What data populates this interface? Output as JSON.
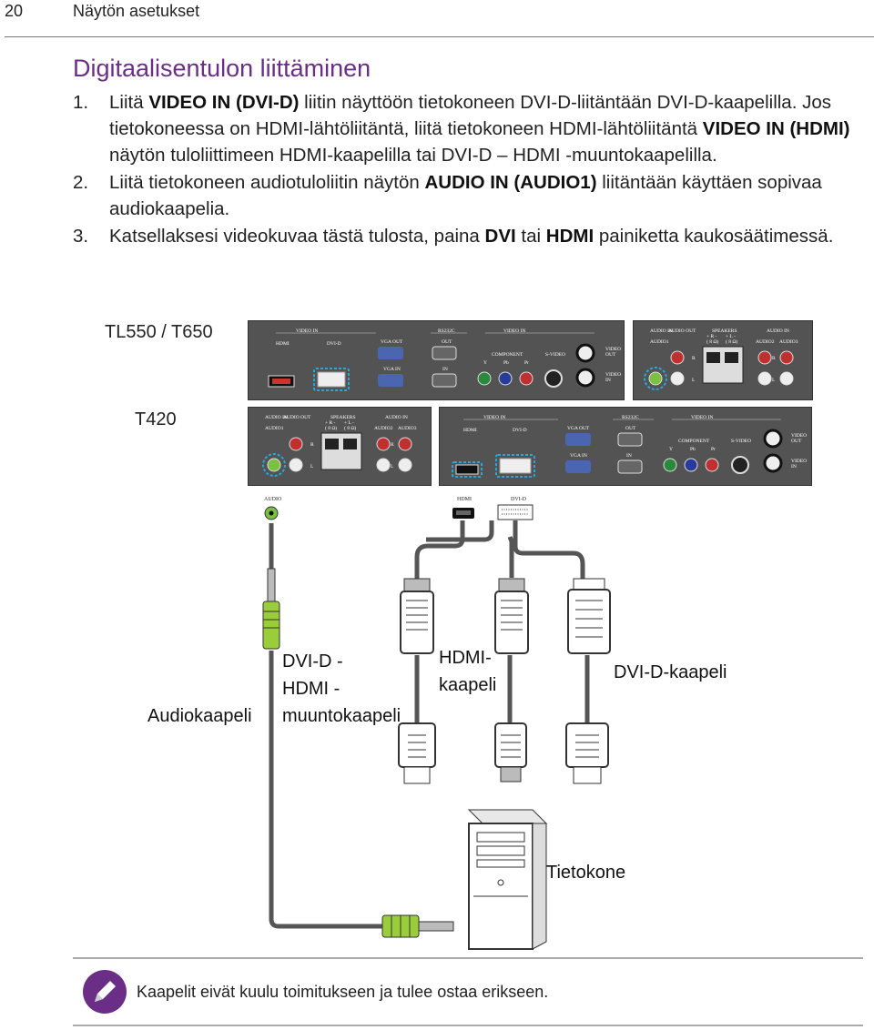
{
  "header": {
    "page_number": "20",
    "section_title": "Näytön asetukset"
  },
  "heading": "Digitaalisentulon liittäminen",
  "steps": [
    {
      "num": "1.",
      "t1": "Liitä ",
      "b1": "VIDEO IN (DVI-D)",
      "t2": " liitin näyttöön tietokoneen DVI-D-liitäntään DVI-D-kaapelilla. Jos tietokoneessa on HDMI-lähtöliitäntä, liitä tietokoneen HDMI-lähtöliitäntä ",
      "b2": "VIDEO IN (HDMI)",
      "t3": " näytön tuloliittimeen HDMI-kaapelilla tai DVI-D – HDMI -muuntokaapelilla."
    },
    {
      "num": "2.",
      "t1": "Liitä tietokoneen audiotuloliitin näytön ",
      "b1": "AUDIO IN (AUDIO1)",
      "t2": " liitäntään käyttäen sopivaa audiokaapelia."
    },
    {
      "num": "3.",
      "t1": "Katsellaksesi videokuvaa tästä tulosta, paina ",
      "b1": "DVI",
      "t2": " tai ",
      "b2": "HDMI",
      "t3": " painiketta kaukosäätimessä."
    }
  ],
  "models": {
    "top": "TL550 / T650",
    "bottom": "T420"
  },
  "panel_labels": {
    "video_in": "VIDEO IN",
    "hdmi": "HDMI",
    "dvi_d": "DVI-D",
    "vga_out": "VGA OUT",
    "vga_in": "VGA IN",
    "rs232c": "RS232C",
    "out": "OUT",
    "in": "IN",
    "component": "COMPONENT",
    "y": "Y",
    "pb": "Pb",
    "pr": "Pr",
    "s_video": "S-VIDEO",
    "video_out": "VIDEO OUT",
    "audio_in": "AUDIO IN",
    "audio_out": "AUDIO OUT",
    "speakers": "SPEAKERS",
    "audio1": "AUDIO1",
    "audio2": "AUDIO2",
    "audio3": "AUDIO3",
    "r": "R",
    "l": "L",
    "r_plus": "+ R -",
    "l_plus": "+ L -",
    "ohm": "( 8 Ω)"
  },
  "pc_ports": {
    "audio": "AUDIO",
    "hdmi": "HDMI",
    "dvi": "DVI-D"
  },
  "cables": {
    "audio": "Audiokaapeli",
    "dvi_hdmi": [
      "DVI-D -",
      "HDMI -",
      "muuntokaapeli"
    ],
    "hdmi": [
      "HDMI-",
      "kaapeli"
    ],
    "dvi": "DVI-D-kaapeli",
    "computer": "Tietokone"
  },
  "note": {
    "text": "Kaapelit eivät kuulu toimitukseen ja tulee ostaa erikseen.",
    "icon": "pencil-icon"
  },
  "colors": {
    "heading": "#6b2e86",
    "panel": "#535353",
    "highlight": "#2aa7d9",
    "audio_plug": "#9acd3a",
    "note_icon": "#6b2e86"
  }
}
